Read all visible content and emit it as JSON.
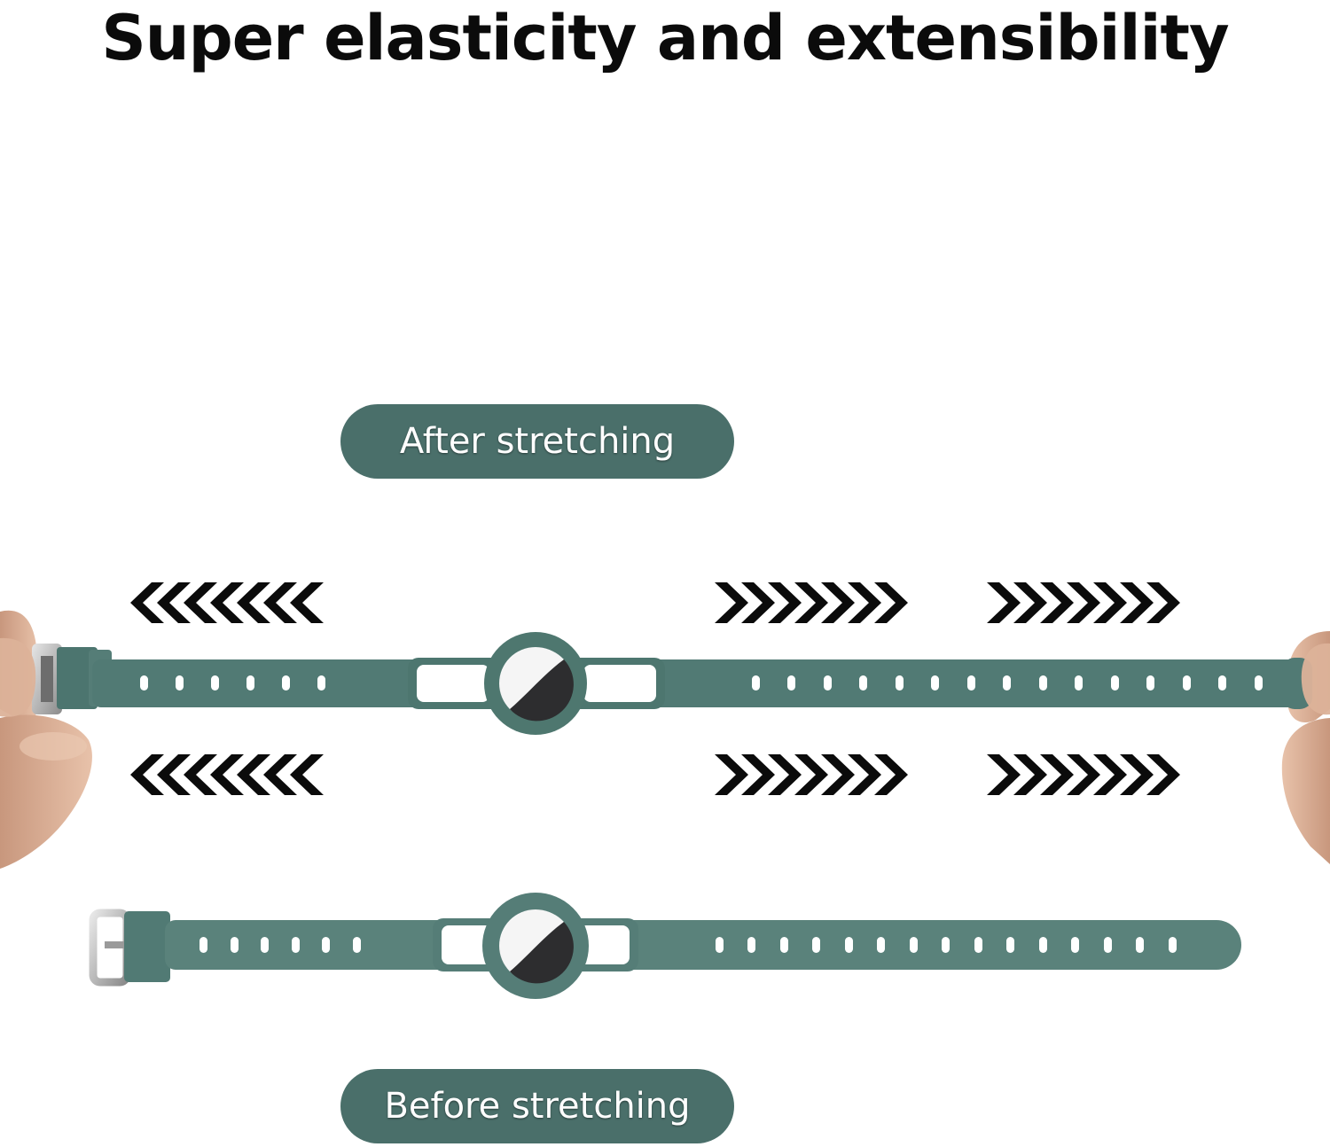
{
  "headline": "Super elasticity and extensibility",
  "labels": {
    "after": "After stretching",
    "before": "Before stretching"
  },
  "colors": {
    "strap": "#517a74",
    "label_pill": "#4a6f6a",
    "arrows": "#0b0b0b",
    "tracker_dark": "#2d2d2f",
    "tracker_light": "#f2f2f2",
    "skin": "#d9ad93"
  },
  "icons": [
    "left-chevrons-icon",
    "right-chevrons-icon",
    "buckle-icon",
    "tracker-disc-icon"
  ]
}
